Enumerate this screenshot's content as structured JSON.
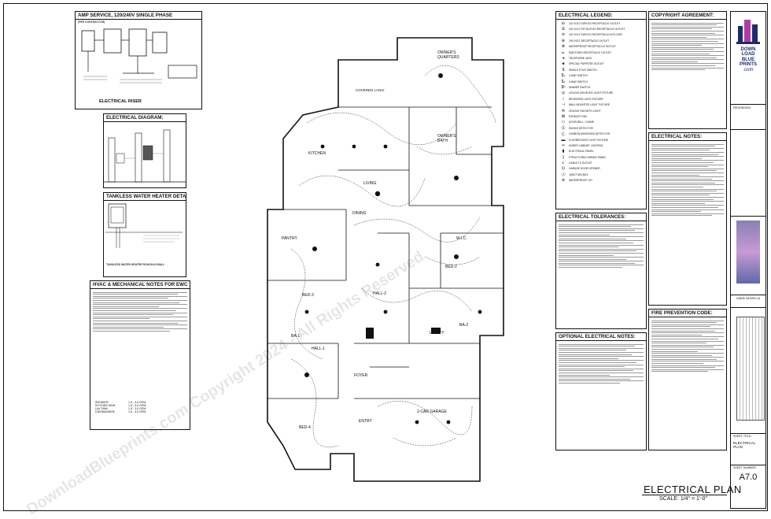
{
  "sheet": {
    "title": "ELECTRICAL PLAN",
    "scale": "SCALE: 1/4\" = 1'-0\"",
    "sheet_number": "A7.0",
    "plan_number": "22805 NOVELLA",
    "sheet_title_label": "SHEET TITLE:",
    "sheet_title_value_1": "ELECTRICAL",
    "sheet_title_value_2": "PLAN",
    "sheet_number_label": "SHEET NUMBER:",
    "revisions_label": "REVISIONS:",
    "watermark": "DownloadBlueprints.com Copyright 2024 - All Rights Reserved"
  },
  "logo": {
    "line1": "DOWN",
    "line2": "LOAD",
    "line3": "BLUE",
    "line4": "PRINTS",
    "line5": ".com",
    "brand_color": "#1f2a6b",
    "accent_color": "#b23aa8"
  },
  "left_panels": {
    "amp_service_title": "AMP SERVICE, 120/240V SINGLE PHASE",
    "per_contractor": "(PER CONTRACTOR)",
    "electrical_riser": "ELECTRICAL RISER",
    "electrical_diagram_title": "ELECTRICAL DIAGRAM:",
    "tankless_title": "TANKLESS WATER HEATER DETAIL:",
    "tankless_caption": "TANKLESS WATER HEATER ROUGH-IN WALL",
    "hvac_title": "HVAC & MECHANICAL NOTES FOR EWC",
    "hvac_table": [
      [
        "SHOWER:",
        "1.5 - 3.0 GPM"
      ],
      [
        "KITCHEN SINK:",
        "1.5 - 3.0 GPM"
      ],
      [
        "LAV SINK:",
        "1.5 - 3.0 GPM"
      ],
      [
        "DISHWASHER:",
        "1.5 - 3.0 GPM"
      ]
    ]
  },
  "right_panels": {
    "legend_title": "ELECTRICAL LEGEND:",
    "legend_items": [
      "110 VOLT DUPLEX RECEPTACLE OUTLET",
      "110 VOLT GFI DUPLEX RECEPTACLE OUTLET",
      "110 VOLT DUPLEX RECEPTACLE IN FLOOR",
      "240 VOLT RECEPTACLE OUTLET",
      "WATERPROOF RECEPTACLE OUTLET",
      "SWITCHED RECEPTACLE OUTLET",
      "TELEPHONE JACK",
      "SPECIAL PURPOSE OUTLET",
      "SINGLE POLE SWITCH",
      "3-WAY SWITCH",
      "4-WAY SWITCH",
      "DIMMER SWITCH",
      "CEILING MOUNTED LIGHT FIXTURE",
      "RECESSED LIGHT FIXTURE",
      "WALL MOUNTED LIGHT FIXTURE",
      "CEILING FAN WITH LIGHT",
      "EXHAUST FAN",
      "DOOR BELL / CHIME",
      "SMOKE DETECTOR",
      "CARBON MONOXIDE DETECTOR",
      "FLUORESCENT LIGHT FIXTURE",
      "UNDER CABINET LIGHTING",
      "ELECTRICAL PANEL",
      "STRUCTURED WIRING PANEL",
      "CABLE TV OUTLET",
      "GARAGE DOOR OPENER",
      "JUNCTION BOX",
      "WATERPROOF GFI"
    ],
    "copyright_title": "COPYRIGHT AGREEMENT:",
    "electrical_notes_title": "ELECTRICAL NOTES:",
    "tolerances_title": "ELECTRICAL TOLERANCES:",
    "optional_title": "OPTIONAL ELECTRICAL NOTES:",
    "fire_title": "FIRE PREVENTION CODE:"
  },
  "plan_labels": {
    "owners_quarters": "OWNER'S QUARTERS",
    "owners_bath": "OWNER'S BATH",
    "kitchen": "KITCHEN",
    "living": "LIVING",
    "dining": "DINING",
    "pantry": "PANTRY",
    "wic": "W.I.C.",
    "bed2": "BED-2",
    "bed3": "BED-3",
    "bed4": "BED-4",
    "hall1": "HALL-1",
    "hall2": "HALL-2",
    "utility": "UTILITY",
    "ba1": "BA-1",
    "ba2": "BA-2",
    "foyer": "FOYER",
    "entry": "ENTRY",
    "garage": "2-CAR GARAGE",
    "patio": "COVERED LANAI"
  },
  "colors": {
    "ink": "#111111",
    "wire": "#333333",
    "watermark": "rgba(0,0,0,0.10)"
  }
}
